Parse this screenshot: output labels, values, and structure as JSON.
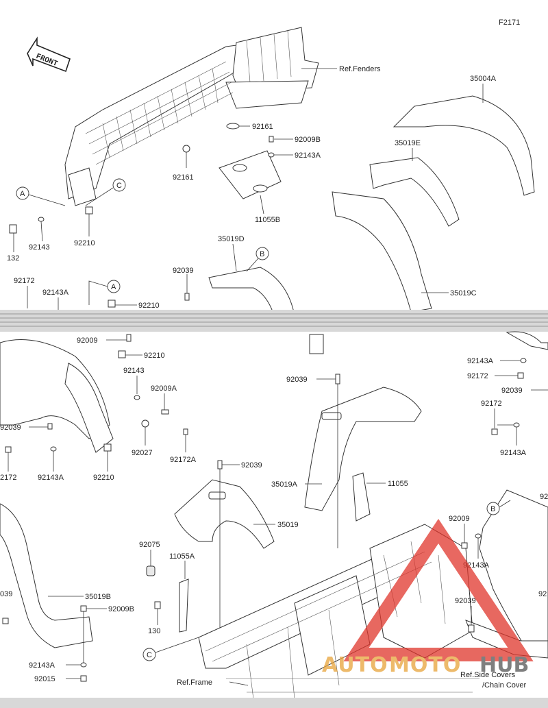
{
  "figure_id": "F2171",
  "front_arrow": "FRONT",
  "watermark": {
    "text_auto": "AUTO",
    "text_moto": "MOTO",
    "text_hub": "HUB",
    "triangle_color": "#e0362c",
    "text_color": "#e8a33a"
  },
  "callouts": {
    "A": "A",
    "B": "B",
    "C": "C"
  },
  "labels": {
    "ref_fenders": "Ref.Fenders",
    "p35004A": "35004A",
    "p92161_a": "92161",
    "p92009B_a": "92009B",
    "p92143A_a": "92143A",
    "p92161_b": "92161",
    "p11055B": "11055B",
    "p35019E": "35019E",
    "p92143": "92143",
    "p92210_a": "92210",
    "p132": "132",
    "p35019D": "35019D",
    "p92039_a": "92039",
    "p35019C": "35019C",
    "p92172_a": "92172",
    "p92143A_b": "92143A",
    "p92210_b": "92210",
    "p92009_a": "92009",
    "p92210_c": "92210",
    "p92143_b": "92143",
    "p92009A": "92009A",
    "p92039_b": "92039",
    "p92027": "92027",
    "p92172A": "92172A",
    "p92172_b": "2172",
    "p92143A_c": "92143A",
    "p92210_d": "92210",
    "p92039_c": "92039",
    "p35019A": "35019A",
    "p11055": "11055",
    "p92143A_d": "92143A",
    "p92172_c": "92172",
    "p92039_d": "92039",
    "p92172_d": "92172",
    "p92143A_e": "92143A",
    "p92_edge": "92",
    "p92039_e": "92039",
    "p35019": "35019",
    "p92075": "92075",
    "p11055A": "11055A",
    "p130": "130",
    "p92009_b": "92009",
    "p92143A_f": "92143A",
    "p039": "039",
    "p35019B": "35019B",
    "p92009B_b": "92009B",
    "p92143A_g": "92143A",
    "p92015": "92015",
    "p92039_f": "92039",
    "p92_edge2": "92",
    "ref_frame": "Ref.Frame",
    "ref_side_covers": "Ref.Side Covers",
    "ref_chain_cover": "/Chain Cover"
  }
}
